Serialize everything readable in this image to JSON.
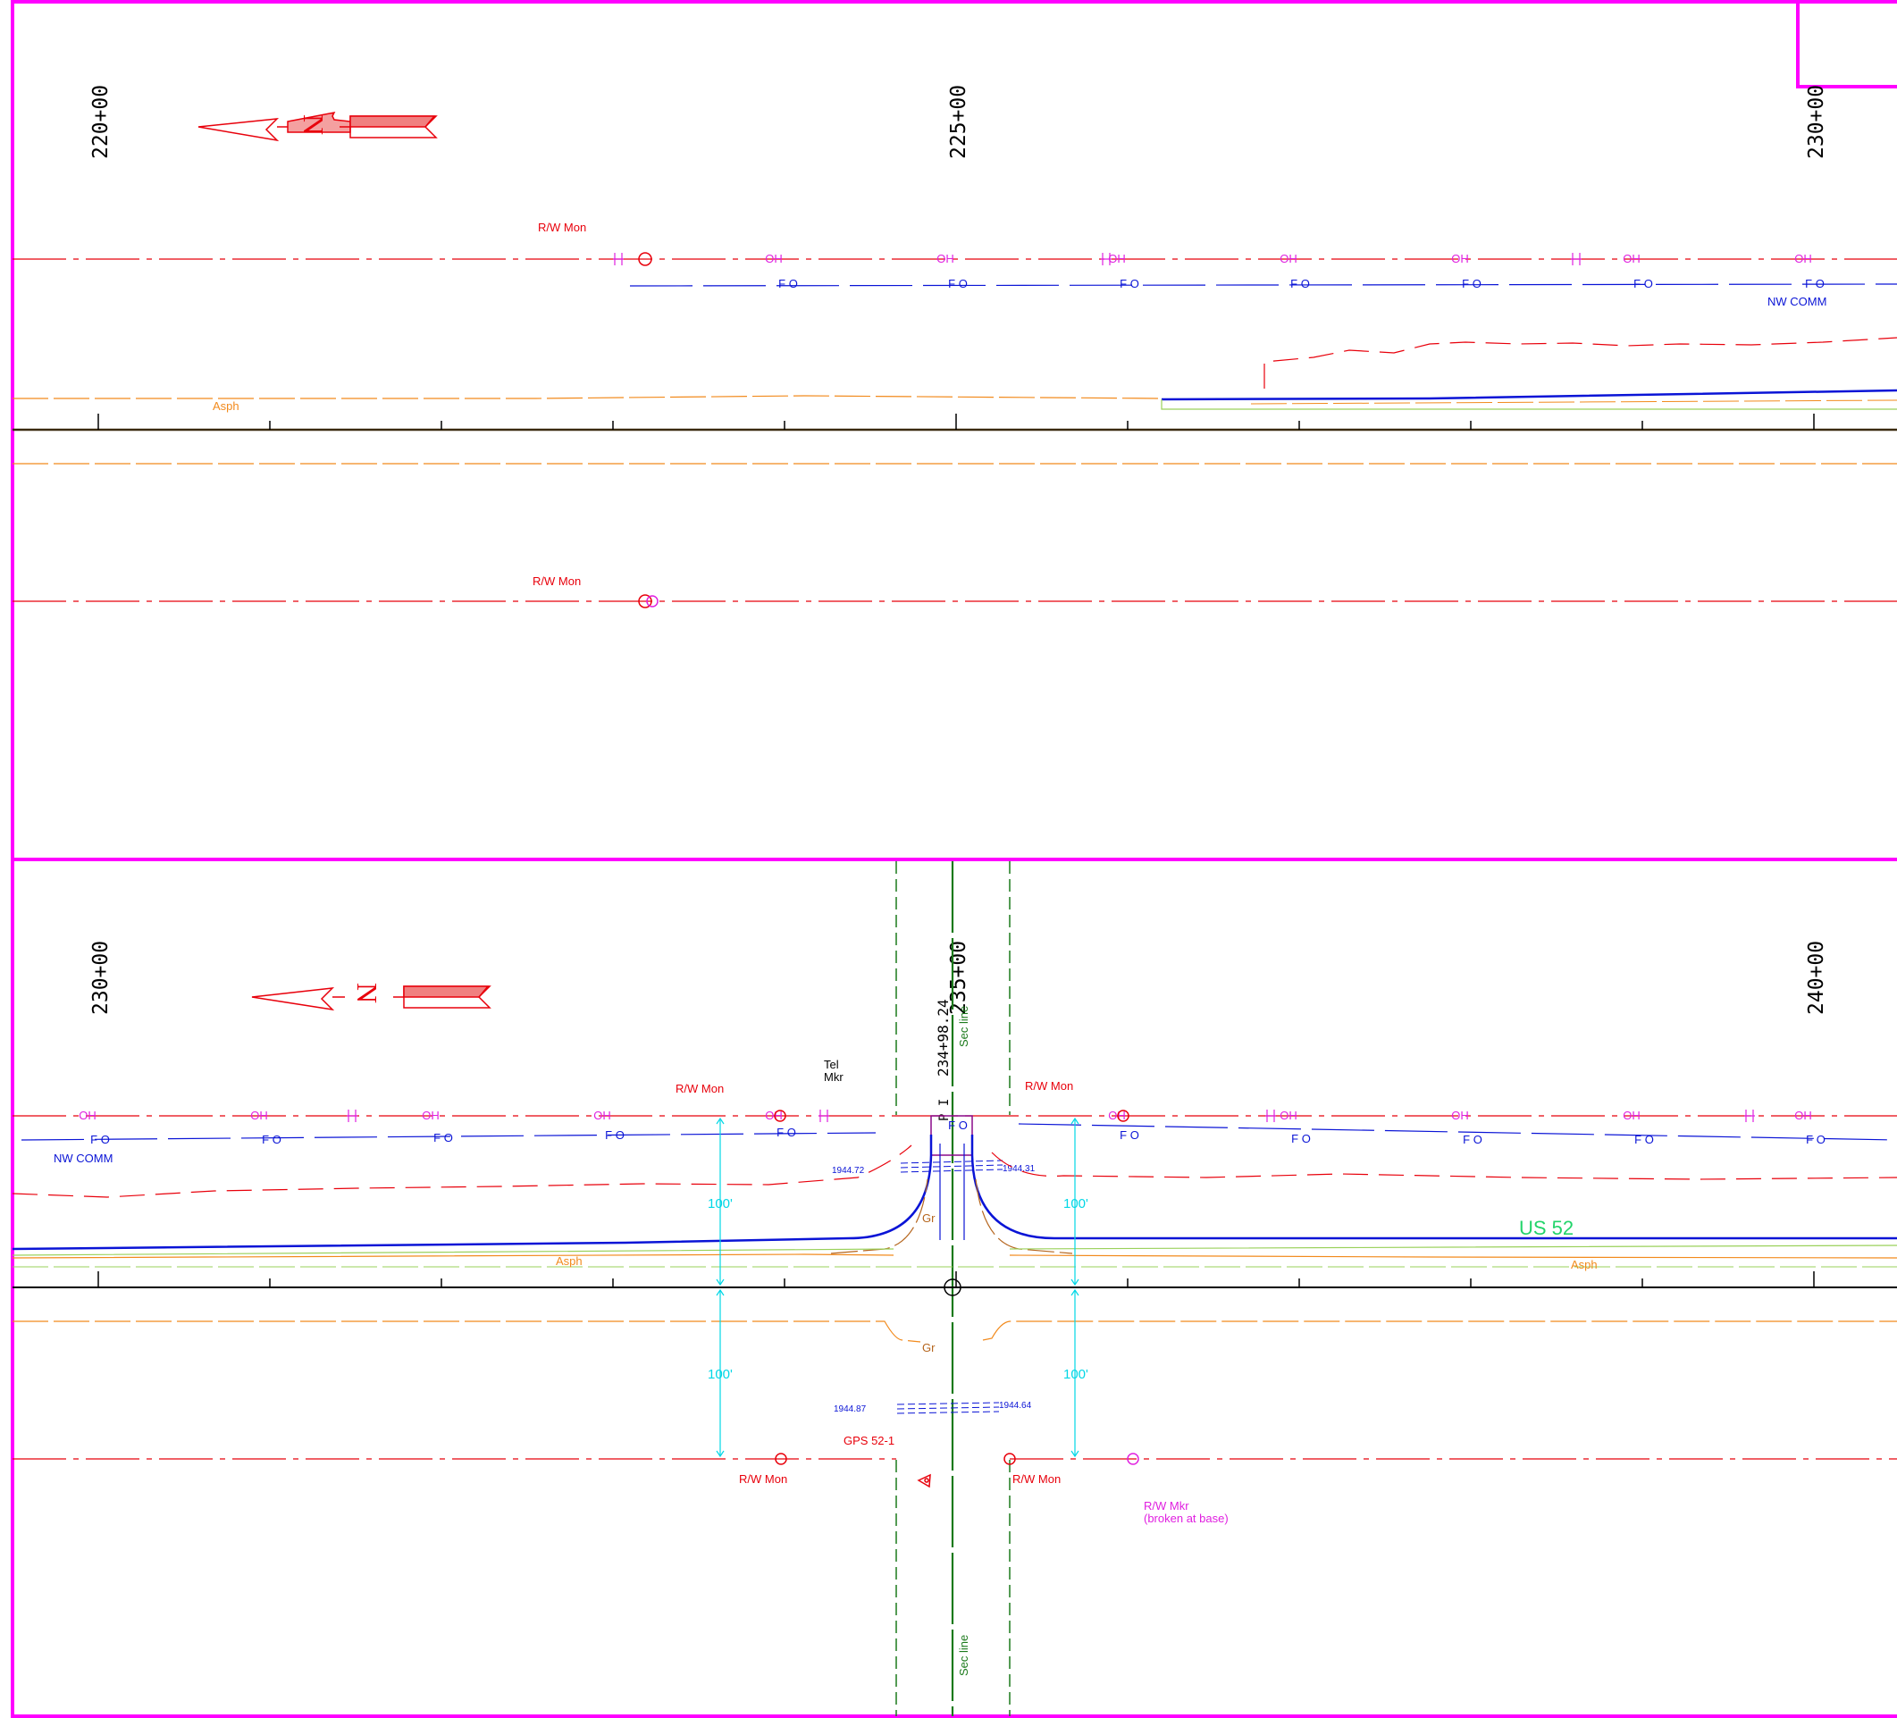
{
  "colors": {
    "frame": "#ff00ff",
    "row_line": "#e8000b",
    "overhead": "#e020e0",
    "fiber": "#0a14d6",
    "asphalt": "#f28a1c",
    "centerline": "#3a2a10",
    "section_line": "#1b7a1b",
    "dimension": "#00d7e6",
    "route": "#22d46a"
  },
  "icons": {
    "north_arrow": "north-arrow-icon",
    "monument": "monument-circle-icon",
    "pole": "utility-pole-icon",
    "gps": "gps-triangle-icon"
  },
  "sheet_top": {
    "stations": [
      "220+00",
      "225+00",
      "230+00"
    ],
    "north_letter": "N",
    "labels": {
      "rw_mon_north": "R/W Mon",
      "rw_mon_south": "R/W Mon",
      "asph": "Asph",
      "nw_comm": "NW COMM"
    },
    "oh_label": "OH",
    "fo_label": "F O"
  },
  "sheet_bottom": {
    "stations": [
      "230+00",
      "235+00",
      "240+00"
    ],
    "north_letter": "N",
    "crossing_station": "234+98.24",
    "pi_mark": "P I",
    "labels": {
      "tel_mkr_line1": "Tel",
      "tel_mkr_line2": "Mkr",
      "rw_mon_nw": "R/W Mon",
      "rw_mon_ne": "R/W Mon",
      "rw_mon_sw": "R/W Mon",
      "rw_mon_se": "R/W Mon",
      "nw_comm": "NW COMM",
      "elev_nw": "1944.72",
      "elev_ne": "1944.31",
      "elev_sw": "1944.87",
      "elev_se": "1944.64",
      "dim_nw": "100'",
      "dim_ne": "100'",
      "dim_sw": "100'",
      "dim_se": "100'",
      "gr_north": "Gr",
      "gr_south": "Gr",
      "asph_west": "Asph",
      "asph_east": "Asph",
      "route": "US 52",
      "sec_line_north": "Sec line",
      "sec_line_south": "Sec line",
      "gps": "GPS 52-1",
      "rw_mkr_line1": "R/W Mkr",
      "rw_mkr_line2": "(broken at base)"
    },
    "oh_label": "OH",
    "fo_label": "F O"
  }
}
